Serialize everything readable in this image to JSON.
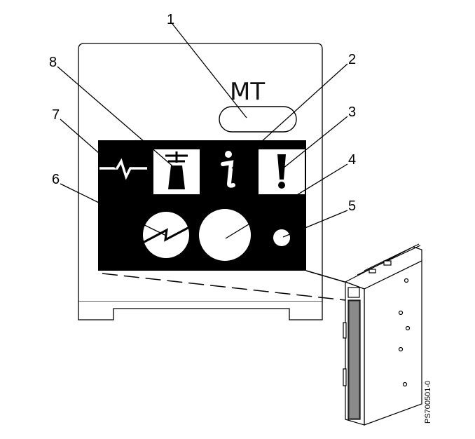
{
  "diagram": {
    "panel_label": "MT",
    "part_code": "PS700501-0",
    "callouts": [
      {
        "number": "1"
      },
      {
        "number": "2"
      },
      {
        "number": "3"
      },
      {
        "number": "4"
      },
      {
        "number": "5"
      },
      {
        "number": "6"
      },
      {
        "number": "7"
      },
      {
        "number": "8"
      }
    ]
  }
}
